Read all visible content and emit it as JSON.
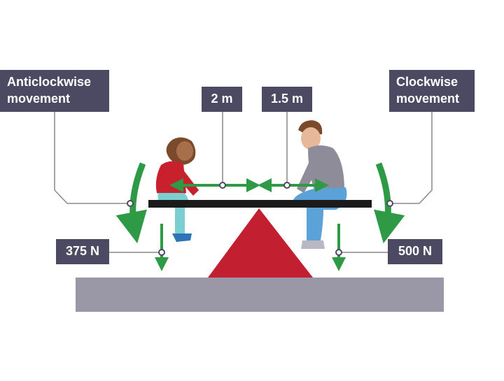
{
  "labels": {
    "anticlockwise": "Anticlockwise\nmovement",
    "clockwise": "Clockwise\nmovement",
    "left_distance": "2 m",
    "right_distance": "1.5 m",
    "left_force": "375 N",
    "right_force": "500 N"
  },
  "colors": {
    "label_bg": "#4b4a62",
    "arrow": "#2e9a45",
    "pivot": "#c21f30",
    "beam": "#1b1b1b",
    "ground": "#9a98a6",
    "leader": "#888888"
  }
}
